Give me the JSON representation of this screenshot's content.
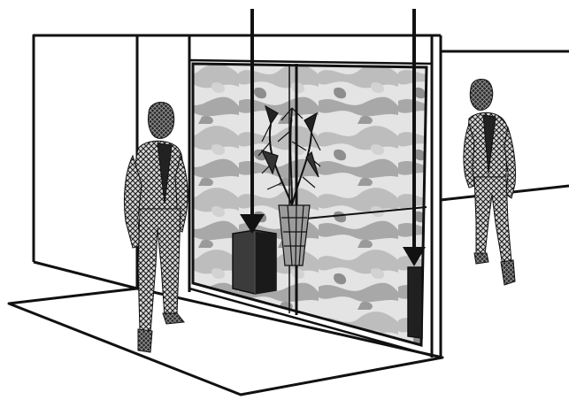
{
  "scene": {
    "colors": {
      "background": "#ffffff",
      "line": "#111111",
      "marble_light": "#e6e6e6",
      "marble_mid": "#bdbdbd",
      "marble_dark": "#8e8e8e",
      "figure_light": "#d9d9d9",
      "figure_dark": "#1c1c1c",
      "box_dark": "#202020",
      "box_mid": "#3b3b3b"
    },
    "elements": {
      "room": "room-wireframe-outline",
      "window": "marbled-window-panel",
      "plant": "wireframe-potted-plant",
      "figures": [
        "mesh-human-figure-left",
        "mesh-human-figure-right"
      ],
      "pointers": [
        "downward-arrow-left",
        "downward-arrow-right"
      ],
      "objects": [
        "dark-box-left",
        "dark-box-right"
      ]
    }
  }
}
